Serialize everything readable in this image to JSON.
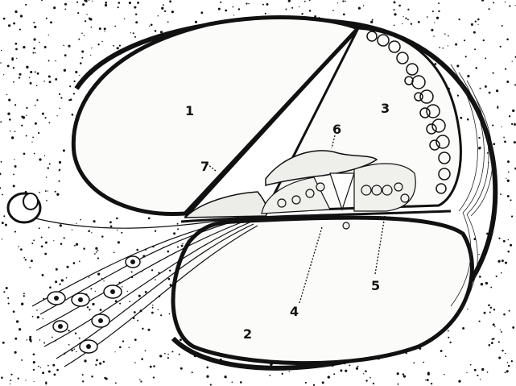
{
  "figure": {
    "colors": {
      "ink": "#111111",
      "paper": "#ffffff",
      "fill": "#f4f4f2"
    },
    "labels": [
      {
        "id": "1",
        "text": "1"
      },
      {
        "id": "2",
        "text": "2"
      },
      {
        "id": "3",
        "text": "3"
      },
      {
        "id": "4",
        "text": "4"
      },
      {
        "id": "5",
        "text": "5"
      },
      {
        "id": "6",
        "text": "6"
      },
      {
        "id": "7",
        "text": "7"
      }
    ]
  }
}
